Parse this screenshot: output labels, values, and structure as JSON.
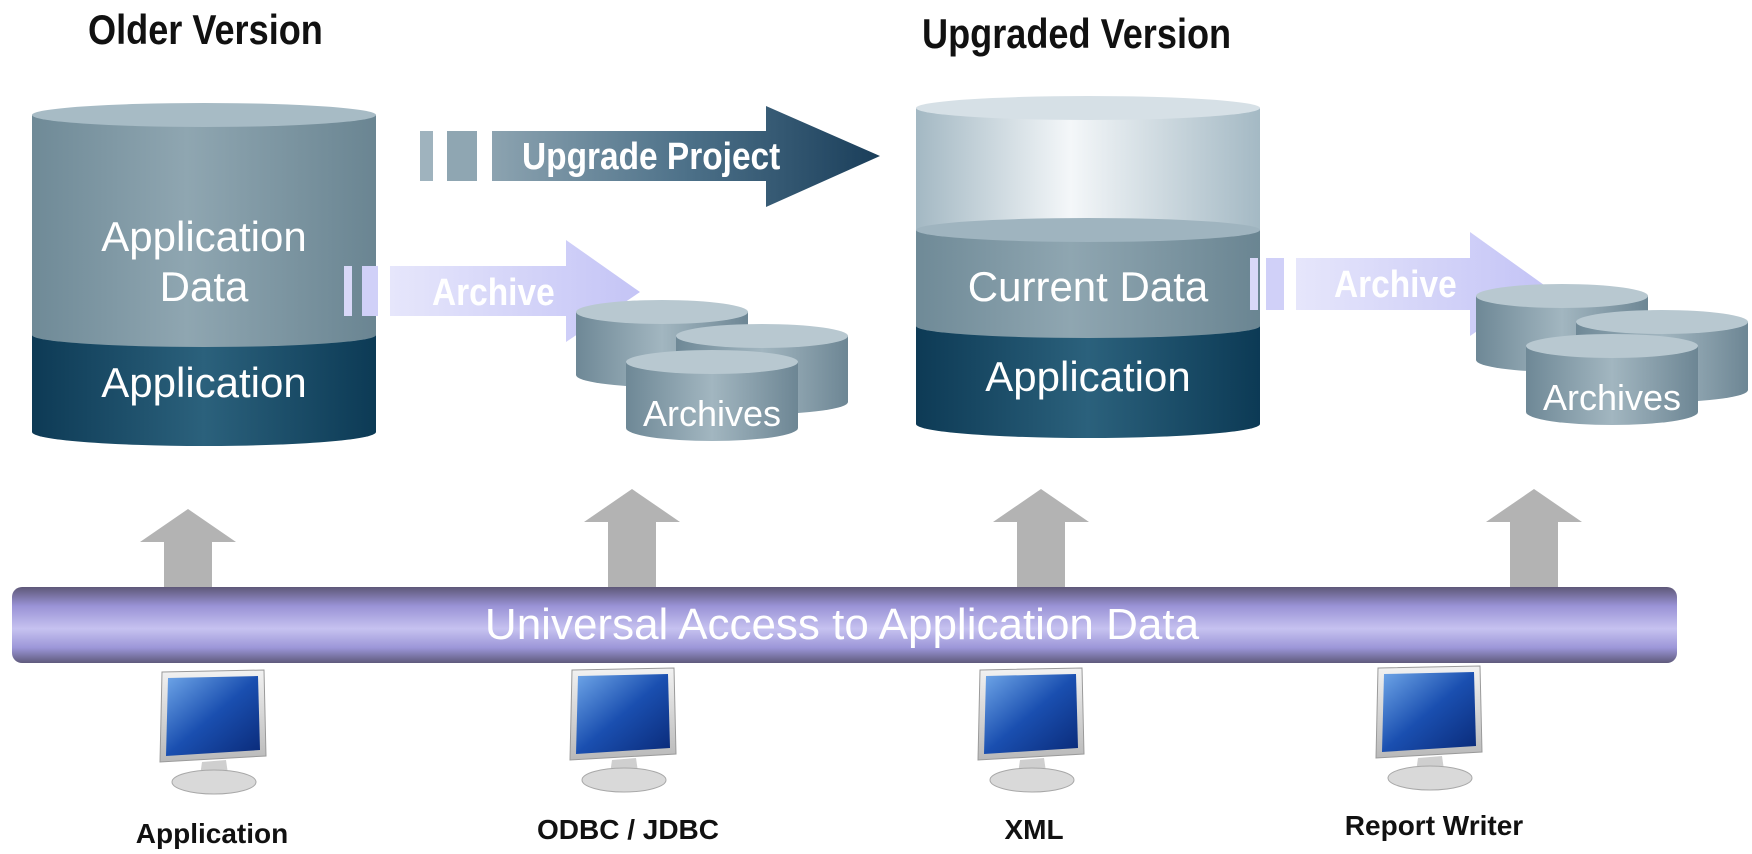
{
  "headings": {
    "older": "Older Version",
    "upgraded": "Upgraded Version"
  },
  "older_db": {
    "top_label_line1": "Application",
    "top_label_line2": "Data",
    "bottom_label": "Application"
  },
  "upgraded_db": {
    "top_label": "Current Data",
    "bottom_label": "Application"
  },
  "arrows": {
    "upgrade": "Upgrade Project",
    "archive_left": "Archive",
    "archive_right": "Archive"
  },
  "archives": {
    "left": "Archives",
    "right": "Archives"
  },
  "bus": {
    "label": "Universal Access to Application Data"
  },
  "clients": [
    {
      "label": "Application"
    },
    {
      "label": "ODBC / JDBC"
    },
    {
      "label": "XML"
    },
    {
      "label": "Report Writer"
    }
  ],
  "colors": {
    "dark_teal": "#0f4560",
    "grey_blue": "#7f97a3",
    "archive_arrow": "#c8c8f8",
    "upgrade_arrow": "#1e4a66",
    "bus": "#8a80c8",
    "up_arrow": "#b3b3b3"
  }
}
